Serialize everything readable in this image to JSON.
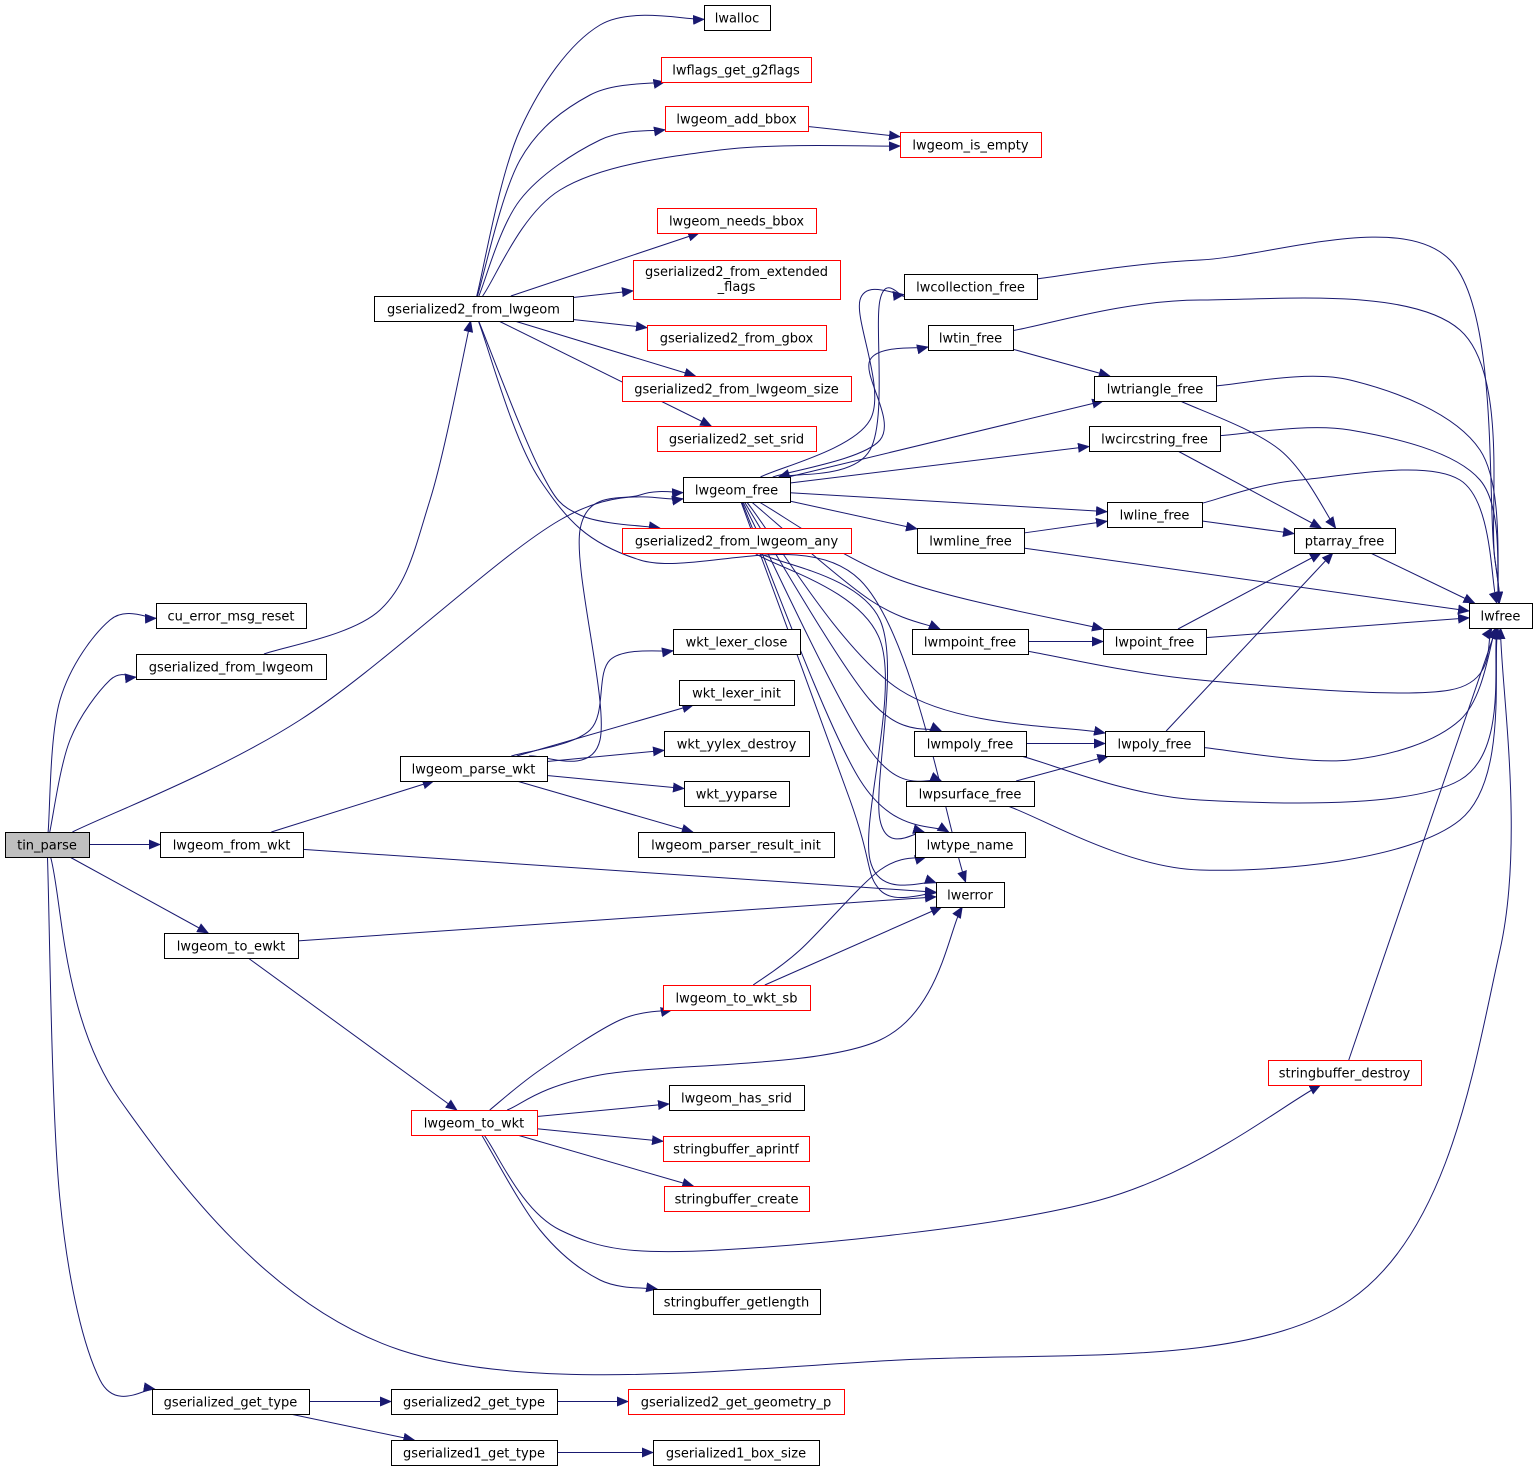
{
  "diagram": {
    "type": "call-graph",
    "colors": {
      "edge": "#191970",
      "node_border_normal": "#000000",
      "node_border_truncated": "#ff0000",
      "root_fill": "#bfbfbf",
      "node_fill": "#ffffff"
    },
    "nodes": [
      {
        "id": "tin_parse",
        "label": "tin_parse",
        "style": "root"
      },
      {
        "id": "cu_error_msg_reset",
        "label": "cu_error_msg_reset",
        "style": "normal"
      },
      {
        "id": "gserialized_from_lwgeom",
        "label": "gserialized_from_lwgeom",
        "style": "normal"
      },
      {
        "id": "lwgeom_from_wkt",
        "label": "lwgeom_from_wkt",
        "style": "normal"
      },
      {
        "id": "lwgeom_to_ewkt",
        "label": "lwgeom_to_ewkt",
        "style": "normal"
      },
      {
        "id": "gserialized_get_type",
        "label": "gserialized_get_type",
        "style": "normal"
      },
      {
        "id": "gserialized2_from_lwgeom",
        "label": "gserialized2_from_lwgeom",
        "style": "normal"
      },
      {
        "id": "lwgeom_parse_wkt",
        "label": "lwgeom_parse_wkt",
        "style": "normal"
      },
      {
        "id": "lwgeom_to_wkt",
        "label": "lwgeom_to_wkt",
        "style": "truncated"
      },
      {
        "id": "gserialized2_get_type",
        "label": "gserialized2_get_type",
        "style": "normal"
      },
      {
        "id": "gserialized1_get_type",
        "label": "gserialized1_get_type",
        "style": "normal"
      },
      {
        "id": "lwalloc",
        "label": "lwalloc",
        "style": "normal"
      },
      {
        "id": "lwflags_get_g2flags",
        "label": "lwflags_get_g2flags",
        "style": "truncated"
      },
      {
        "id": "lwgeom_add_bbox",
        "label": "lwgeom_add_bbox",
        "style": "truncated"
      },
      {
        "id": "lwgeom_needs_bbox",
        "label": "lwgeom_needs_bbox",
        "style": "truncated"
      },
      {
        "id": "gserialized2_from_extended_flags",
        "label": "gserialized2_from_extended",
        "label2": "_flags",
        "style": "truncated"
      },
      {
        "id": "gserialized2_from_gbox",
        "label": "gserialized2_from_gbox",
        "style": "truncated"
      },
      {
        "id": "gserialized2_from_lwgeom_size",
        "label": "gserialized2_from_lwgeom_size",
        "style": "truncated"
      },
      {
        "id": "gserialized2_set_srid",
        "label": "gserialized2_set_srid",
        "style": "truncated"
      },
      {
        "id": "lwgeom_free",
        "label": "lwgeom_free",
        "style": "normal"
      },
      {
        "id": "gserialized2_from_lwgeom_any",
        "label": "gserialized2_from_lwgeom_any",
        "style": "truncated"
      },
      {
        "id": "wkt_lexer_close",
        "label": "wkt_lexer_close",
        "style": "normal"
      },
      {
        "id": "wkt_lexer_init",
        "label": "wkt_lexer_init",
        "style": "normal"
      },
      {
        "id": "wkt_yylex_destroy",
        "label": "wkt_yylex_destroy",
        "style": "normal"
      },
      {
        "id": "wkt_yyparse",
        "label": "wkt_yyparse",
        "style": "normal"
      },
      {
        "id": "lwgeom_parser_result_init",
        "label": "lwgeom_parser_result_init",
        "style": "normal"
      },
      {
        "id": "lwgeom_to_wkt_sb",
        "label": "lwgeom_to_wkt_sb",
        "style": "truncated"
      },
      {
        "id": "lwgeom_has_srid",
        "label": "lwgeom_has_srid",
        "style": "normal"
      },
      {
        "id": "stringbuffer_aprintf",
        "label": "stringbuffer_aprintf",
        "style": "truncated"
      },
      {
        "id": "stringbuffer_create",
        "label": "stringbuffer_create",
        "style": "truncated"
      },
      {
        "id": "stringbuffer_getlength",
        "label": "stringbuffer_getlength",
        "style": "normal"
      },
      {
        "id": "gserialized2_get_geometry_p",
        "label": "gserialized2_get_geometry_p",
        "style": "truncated"
      },
      {
        "id": "gserialized1_box_size",
        "label": "gserialized1_box_size",
        "style": "normal"
      },
      {
        "id": "lwgeom_is_empty",
        "label": "lwgeom_is_empty",
        "style": "truncated"
      },
      {
        "id": "lwcollection_free",
        "label": "lwcollection_free",
        "style": "normal"
      },
      {
        "id": "lwtin_free",
        "label": "lwtin_free",
        "style": "normal"
      },
      {
        "id": "lwmline_free",
        "label": "lwmline_free",
        "style": "normal"
      },
      {
        "id": "lwmpoint_free",
        "label": "lwmpoint_free",
        "style": "normal"
      },
      {
        "id": "lwmpoly_free",
        "label": "lwmpoly_free",
        "style": "normal"
      },
      {
        "id": "lwpsurface_free",
        "label": "lwpsurface_free",
        "style": "normal"
      },
      {
        "id": "lwtype_name",
        "label": "lwtype_name",
        "style": "normal"
      },
      {
        "id": "lwerror",
        "label": "lwerror",
        "style": "normal"
      },
      {
        "id": "lwtriangle_free",
        "label": "lwtriangle_free",
        "style": "normal"
      },
      {
        "id": "lwcircstring_free",
        "label": "lwcircstring_free",
        "style": "normal"
      },
      {
        "id": "lwline_free",
        "label": "lwline_free",
        "style": "normal"
      },
      {
        "id": "lwpoint_free",
        "label": "lwpoint_free",
        "style": "normal"
      },
      {
        "id": "lwpoly_free",
        "label": "lwpoly_free",
        "style": "normal"
      },
      {
        "id": "ptarray_free",
        "label": "ptarray_free",
        "style": "normal"
      },
      {
        "id": "stringbuffer_destroy",
        "label": "stringbuffer_destroy",
        "style": "truncated"
      },
      {
        "id": "lwfree",
        "label": "lwfree",
        "style": "normal"
      }
    ],
    "edges": [
      [
        "tin_parse",
        "cu_error_msg_reset"
      ],
      [
        "tin_parse",
        "gserialized_from_lwgeom"
      ],
      [
        "tin_parse",
        "lwgeom_free"
      ],
      [
        "tin_parse",
        "lwgeom_from_wkt"
      ],
      [
        "tin_parse",
        "lwgeom_to_ewkt"
      ],
      [
        "tin_parse",
        "lwfree"
      ],
      [
        "tin_parse",
        "gserialized_get_type"
      ],
      [
        "gserialized_from_lwgeom",
        "gserialized2_from_lwgeom"
      ],
      [
        "gserialized2_from_lwgeom",
        "lwalloc"
      ],
      [
        "gserialized2_from_lwgeom",
        "lwflags_get_g2flags"
      ],
      [
        "gserialized2_from_lwgeom",
        "lwgeom_add_bbox"
      ],
      [
        "gserialized2_from_lwgeom",
        "lwgeom_is_empty"
      ],
      [
        "gserialized2_from_lwgeom",
        "lwgeom_needs_bbox"
      ],
      [
        "gserialized2_from_lwgeom",
        "gserialized2_from_extended_flags"
      ],
      [
        "gserialized2_from_lwgeom",
        "gserialized2_from_gbox"
      ],
      [
        "gserialized2_from_lwgeom",
        "gserialized2_from_lwgeom_size"
      ],
      [
        "gserialized2_from_lwgeom",
        "gserialized2_set_srid"
      ],
      [
        "gserialized2_from_lwgeom",
        "gserialized2_from_lwgeom_any"
      ],
      [
        "gserialized2_from_lwgeom",
        "lwerror"
      ],
      [
        "lwgeom_add_bbox",
        "lwgeom_is_empty"
      ],
      [
        "gserialized2_from_lwgeom_any",
        "lwerror"
      ],
      [
        "gserialized2_from_lwgeom_any",
        "lwtype_name"
      ],
      [
        "lwgeom_from_wkt",
        "lwgeom_parse_wkt"
      ],
      [
        "lwgeom_from_wkt",
        "lwerror"
      ],
      [
        "lwgeom_parse_wkt",
        "lwgeom_free"
      ],
      [
        "lwgeom_parse_wkt",
        "wkt_lexer_close"
      ],
      [
        "lwgeom_parse_wkt",
        "wkt_lexer_init"
      ],
      [
        "lwgeom_parse_wkt",
        "wkt_yylex_destroy"
      ],
      [
        "lwgeom_parse_wkt",
        "wkt_yyparse"
      ],
      [
        "lwgeom_parse_wkt",
        "lwgeom_parser_result_init"
      ],
      [
        "lwgeom_to_ewkt",
        "lwerror"
      ],
      [
        "lwgeom_to_ewkt",
        "lwgeom_to_wkt"
      ],
      [
        "lwgeom_to_wkt",
        "lwgeom_to_wkt_sb"
      ],
      [
        "lwgeom_to_wkt",
        "lwerror"
      ],
      [
        "lwgeom_to_wkt",
        "lwgeom_has_srid"
      ],
      [
        "lwgeom_to_wkt",
        "stringbuffer_aprintf"
      ],
      [
        "lwgeom_to_wkt",
        "stringbuffer_create"
      ],
      [
        "lwgeom_to_wkt",
        "stringbuffer_destroy"
      ],
      [
        "lwgeom_to_wkt",
        "stringbuffer_getlength"
      ],
      [
        "lwgeom_to_wkt_sb",
        "lwtype_name"
      ],
      [
        "lwgeom_to_wkt_sb",
        "lwerror"
      ],
      [
        "lwgeom_free",
        "lwcollection_free"
      ],
      [
        "lwgeom_free",
        "lwtin_free"
      ],
      [
        "lwgeom_free",
        "lwtriangle_free"
      ],
      [
        "lwgeom_free",
        "lwcircstring_free"
      ],
      [
        "lwgeom_free",
        "lwline_free"
      ],
      [
        "lwgeom_free",
        "lwmline_free"
      ],
      [
        "lwgeom_free",
        "lwpoint_free"
      ],
      [
        "lwgeom_free",
        "lwmpoint_free"
      ],
      [
        "lwgeom_free",
        "lwpoly_free"
      ],
      [
        "lwgeom_free",
        "lwmpoly_free"
      ],
      [
        "lwgeom_free",
        "lwpsurface_free"
      ],
      [
        "lwgeom_free",
        "lwtype_name"
      ],
      [
        "lwgeom_free",
        "lwerror"
      ],
      [
        "lwcollection_free",
        "lwgeom_free"
      ],
      [
        "lwcollection_free",
        "lwfree"
      ],
      [
        "lwtin_free",
        "lwtriangle_free"
      ],
      [
        "lwtin_free",
        "lwfree"
      ],
      [
        "lwtriangle_free",
        "ptarray_free"
      ],
      [
        "lwtriangle_free",
        "lwfree"
      ],
      [
        "lwcircstring_free",
        "ptarray_free"
      ],
      [
        "lwcircstring_free",
        "lwfree"
      ],
      [
        "lwline_free",
        "ptarray_free"
      ],
      [
        "lwline_free",
        "lwfree"
      ],
      [
        "lwmline_free",
        "lwline_free"
      ],
      [
        "lwmline_free",
        "lwfree"
      ],
      [
        "lwmpoint_free",
        "lwpoint_free"
      ],
      [
        "lwmpoint_free",
        "lwfree"
      ],
      [
        "lwpoint_free",
        "ptarray_free"
      ],
      [
        "lwpoint_free",
        "lwfree"
      ],
      [
        "lwmpoly_free",
        "lwpoly_free"
      ],
      [
        "lwmpoly_free",
        "lwfree"
      ],
      [
        "lwpsurface_free",
        "lwpoly_free"
      ],
      [
        "lwpsurface_free",
        "lwfree"
      ],
      [
        "lwpoly_free",
        "ptarray_free"
      ],
      [
        "lwpoly_free",
        "lwfree"
      ],
      [
        "ptarray_free",
        "lwfree"
      ],
      [
        "stringbuffer_destroy",
        "lwfree"
      ],
      [
        "gserialized_get_type",
        "gserialized2_get_type"
      ],
      [
        "gserialized_get_type",
        "gserialized1_get_type"
      ],
      [
        "gserialized2_get_type",
        "gserialized2_get_geometry_p"
      ],
      [
        "gserialized1_get_type",
        "gserialized1_box_size"
      ]
    ]
  }
}
